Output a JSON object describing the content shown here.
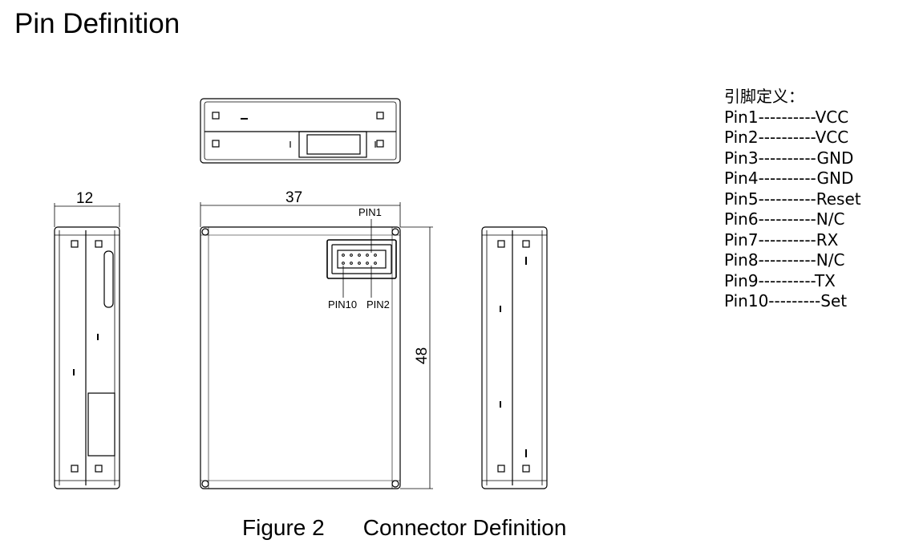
{
  "title": "Pin Definition",
  "caption": {
    "figure": "Figure 2",
    "text": "Connector Definition"
  },
  "dimensions": {
    "side_width": "12",
    "front_width": "37",
    "front_height": "48"
  },
  "connector_labels": {
    "pin1": "PIN1",
    "pin10": "PIN10",
    "pin2": "PIN2"
  },
  "pin_table": {
    "heading": "引脚定义：",
    "rows": [
      "Pin1----------VCC",
      "Pin2----------VCC",
      "Pin3----------GND",
      "Pin4----------GND",
      "Pin5----------Reset",
      "Pin6----------N/C",
      "Pin7----------RX",
      "Pin8----------N/C",
      "Pin9----------TX",
      "Pin10---------Set"
    ]
  }
}
